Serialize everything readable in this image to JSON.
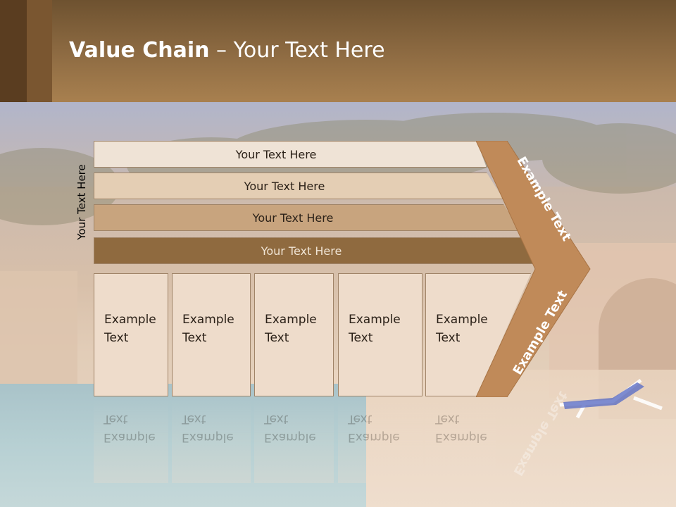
{
  "slide": {
    "title_bold": "Value Chain",
    "title_rest": " – Your Text Here",
    "side_label": "Your Text Here"
  },
  "bars": [
    {
      "label": "Your Text Here"
    },
    {
      "label": "Your Text Here"
    },
    {
      "label": "Your Text Here"
    },
    {
      "label": "Your Text Here"
    }
  ],
  "columns": [
    {
      "line1": "Example",
      "line2": "Text"
    },
    {
      "line1": "Example",
      "line2": "Text"
    },
    {
      "line1": "Example",
      "line2": "Text"
    },
    {
      "line1": "Example",
      "line2": "Text"
    },
    {
      "line1": "Example",
      "line2": "Text"
    }
  ],
  "chevron": {
    "top_label": "Example Text",
    "bottom_label": "Example Text",
    "color": "#c08a59"
  },
  "colors": {
    "header": "#8f6c43",
    "bar_1": "#efe3d6",
    "bar_2": "#e4ceb4",
    "bar_3": "#c8a47e",
    "bar_4": "#8f6a3f",
    "column": "#eedccb"
  }
}
